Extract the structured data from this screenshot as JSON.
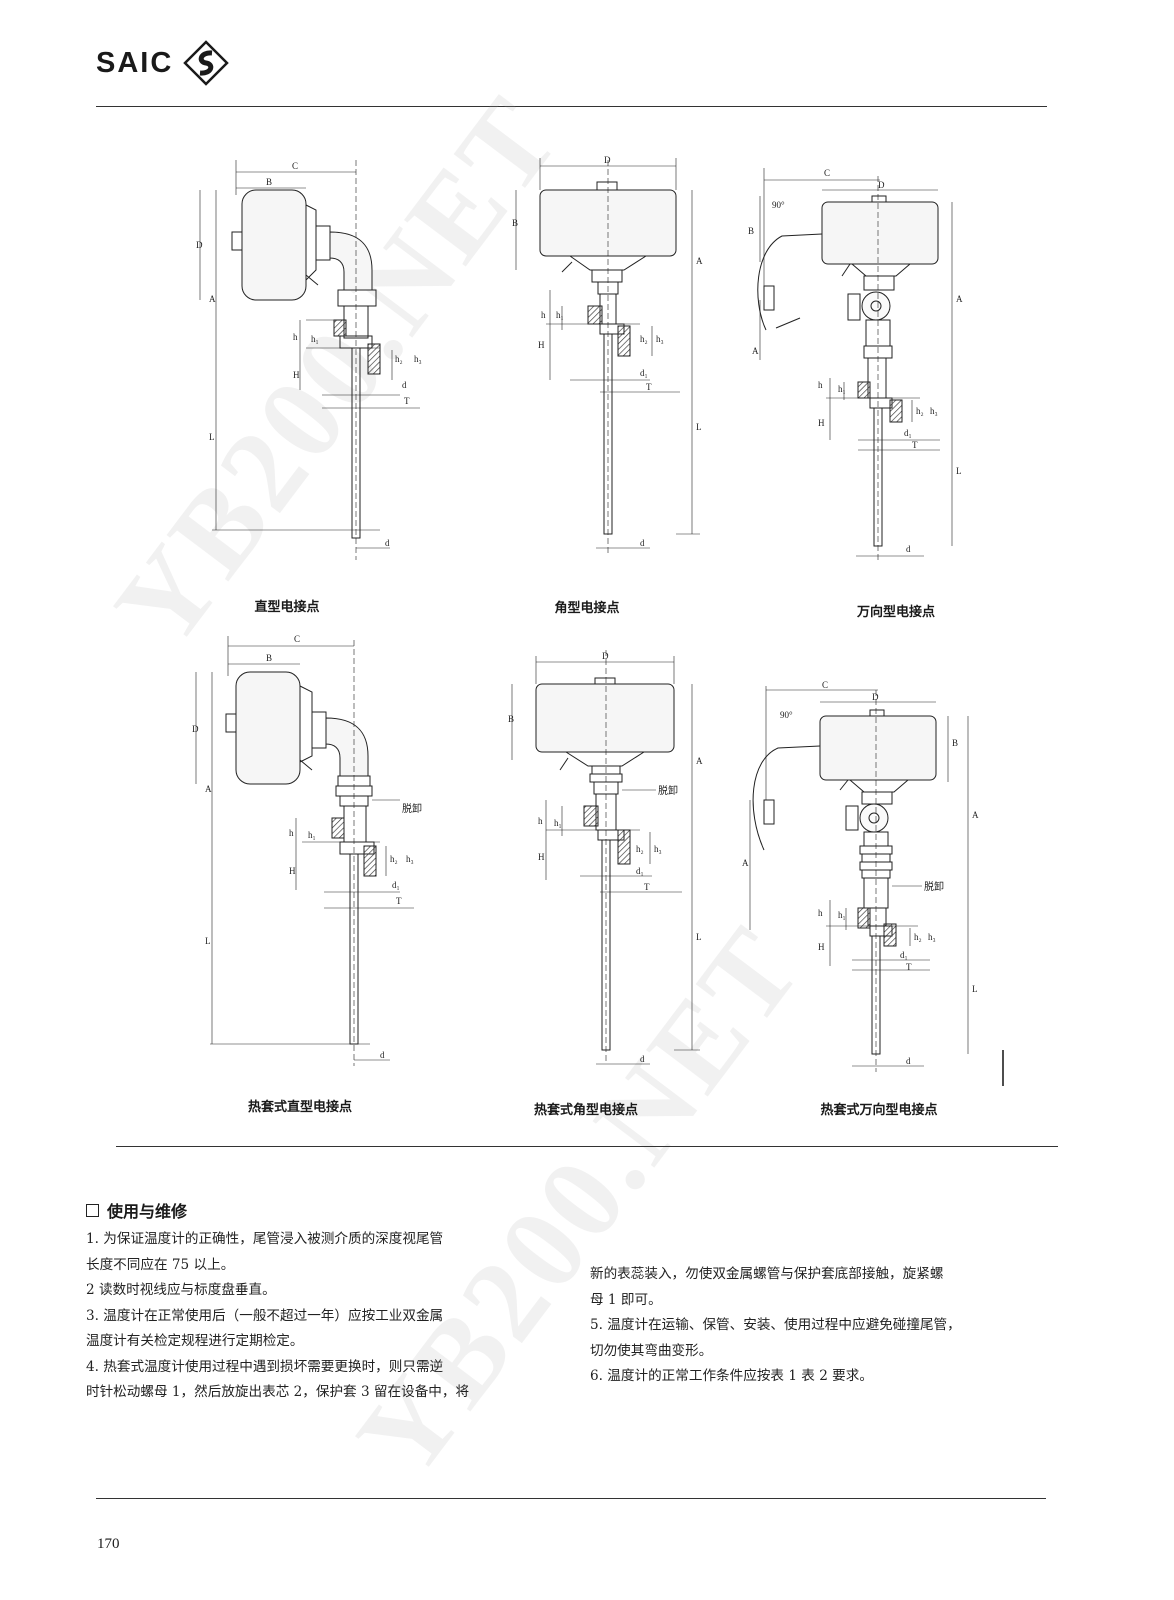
{
  "header": {
    "logo_text": "SAIC"
  },
  "figures": [
    {
      "caption": "直型电接点"
    },
    {
      "caption": "角型电接点"
    },
    {
      "caption": "万向型电接点"
    },
    {
      "caption": "热套式直型电接点"
    },
    {
      "caption": "热套式角型电接点"
    },
    {
      "caption": "热套式万向型电接点"
    }
  ],
  "dimension_labels": {
    "A": "A",
    "B": "B",
    "C": "C",
    "D": "D",
    "H": "H",
    "L": "L",
    "T": "T",
    "d": "d",
    "d1": "d₁",
    "h": "h",
    "h1": "h₁",
    "h2": "h₂",
    "h3": "h₃",
    "angle": "90°",
    "remove": "脱卸"
  },
  "section": {
    "title": "使用与维修",
    "left_lines": [
      "1. 为保证温度计的正确性，尾管浸入被测介质的深度视尾管",
      "长度不同应在 75 以上。",
      "2 读数时视线应与标度盘垂直。",
      "3. 温度计在正常使用后（一般不超过一年）应按工业双金属",
      "温度计有关检定规程进行定期检定。",
      "4. 热套式温度计使用过程中遇到损坏需要更换时，则只需逆",
      "时针松动螺母 1，然后放旋出表芯 2，保护套 3 留在设备中，将"
    ],
    "right_lines": [
      "新的表蕊装入，勿使双金属螺管与保护套底部接触，旋紧螺",
      "母 1 即可。",
      "5. 温度计在运输、保管、安装、使用过程中应避免碰撞尾管，",
      "切勿使其弯曲变形。",
      "6. 温度计的正常工作条件应按表 1 表 2 要求。"
    ]
  },
  "watermark": "YB200.NET",
  "footer": {
    "page_number": "170"
  }
}
